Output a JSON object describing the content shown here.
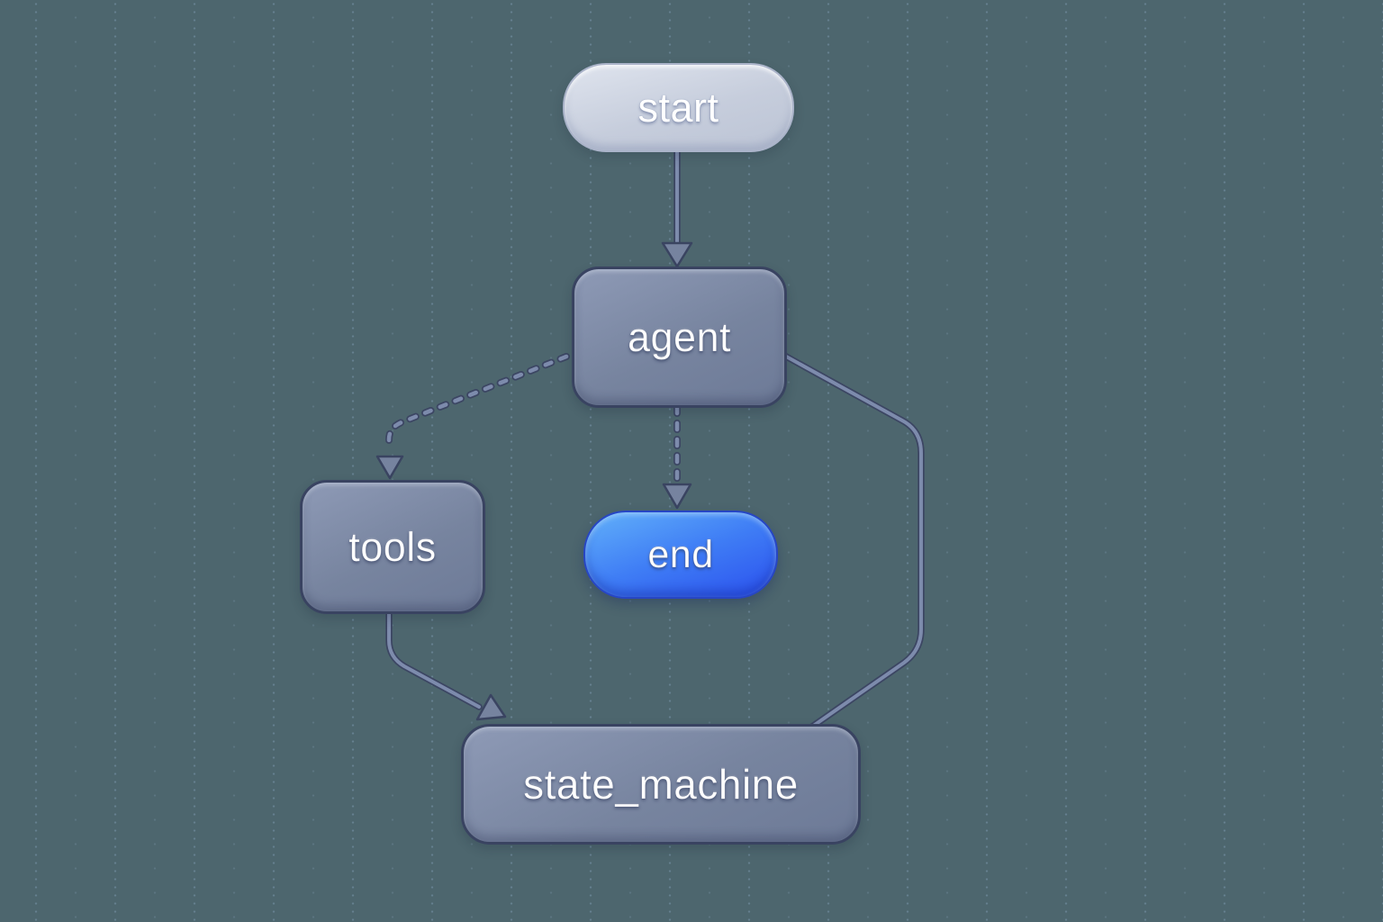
{
  "diagram": {
    "type": "flowchart",
    "nodes": {
      "start": {
        "label": "start",
        "shape": "pill"
      },
      "agent": {
        "label": "agent",
        "shape": "rounded-rect"
      },
      "tools": {
        "label": "tools",
        "shape": "rounded-rect"
      },
      "end": {
        "label": "end",
        "shape": "pill"
      },
      "state_machine": {
        "label": "state_machine",
        "shape": "rounded-rect"
      }
    },
    "edges": [
      {
        "from": "start",
        "to": "agent",
        "line": "solid",
        "arrowhead": true
      },
      {
        "from": "agent",
        "to": "tools",
        "line": "dashed",
        "arrowhead": true
      },
      {
        "from": "agent",
        "to": "end",
        "line": "dashed",
        "arrowhead": true
      },
      {
        "from": "agent",
        "to": "state_machine",
        "line": "solid",
        "arrowhead": false
      },
      {
        "from": "tools",
        "to": "state_machine",
        "line": "solid",
        "arrowhead": true
      }
    ],
    "colors": {
      "background": "#4d666e",
      "node_fill": "#7b88a8",
      "node_border": "#394361",
      "start_fill": "#cbd2e0",
      "start_border": "#aab3c9",
      "end_fill_top": "#5fb0fa",
      "end_fill_bottom": "#2b51ee",
      "end_border": "#2746c4",
      "edge_line": "#7d8bac",
      "edge_outline": "#3c4663",
      "label_text": "#ffffff"
    }
  }
}
